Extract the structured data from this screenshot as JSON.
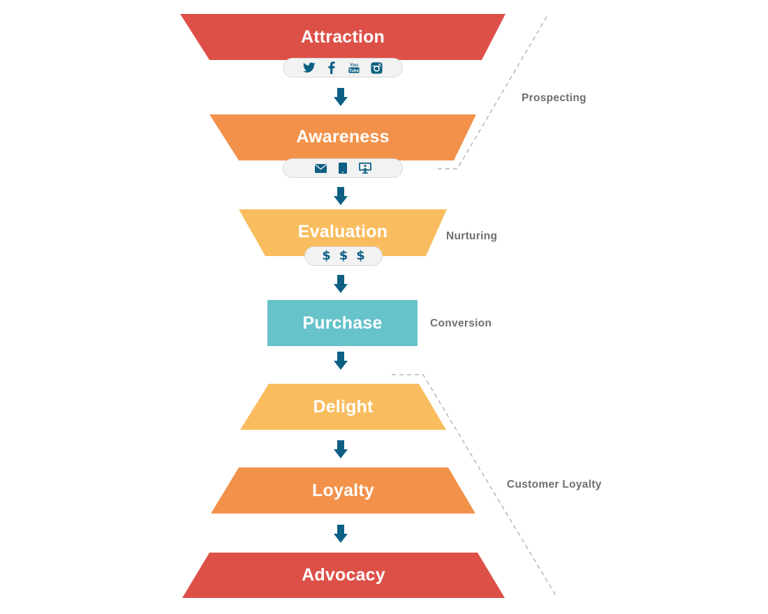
{
  "colors": {
    "red": "#dd5048",
    "orange": "#f2924a",
    "yellow": "#f9bd5f",
    "teal": "#65c3c9",
    "arrow": "#0d5f83",
    "phase_text": "#6f6f6f",
    "dashed_line": "#b5b5b5"
  },
  "stages": [
    {
      "label": "Attraction",
      "color": "red",
      "icons": [
        "twitter-icon",
        "facebook-icon",
        "youtube-icon",
        "instagram-icon"
      ]
    },
    {
      "label": "Awareness",
      "color": "orange",
      "icons": [
        "email-icon",
        "tablet-icon",
        "monitor-icon"
      ]
    },
    {
      "label": "Evaluation",
      "color": "yellow",
      "icons": [
        "dollar-icon",
        "dollar-icon",
        "dollar-icon"
      ]
    },
    {
      "label": "Purchase",
      "color": "teal",
      "icons": []
    },
    {
      "label": "Delight",
      "color": "yellow",
      "icons": []
    },
    {
      "label": "Loyalty",
      "color": "orange",
      "icons": []
    },
    {
      "label": "Advocacy",
      "color": "red",
      "icons": []
    }
  ],
  "phases": [
    {
      "label": "Prospecting"
    },
    {
      "label": "Nurturing"
    },
    {
      "label": "Conversion"
    },
    {
      "label": "Customer Loyalty"
    }
  ],
  "icon_text": {
    "youtube_top": "You",
    "youtube_bottom": "Tube",
    "dollar": "$"
  }
}
